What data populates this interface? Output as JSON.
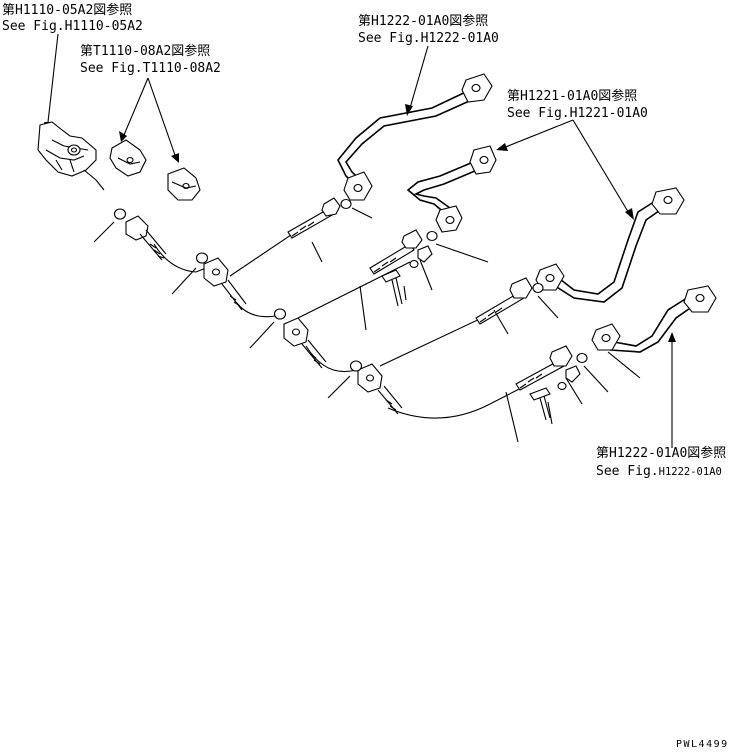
{
  "callouts": [
    {
      "jp": "第H1110-05A2図参照",
      "en": "See Fig.H1110-05A2"
    },
    {
      "jp": "第T1110-08A2図参照",
      "en": "See Fig.T1110-08A2"
    },
    {
      "jp": "第H1222-01A0図参照",
      "en": "See Fig.H1222-01A0"
    },
    {
      "jp": "第H1221-01A0図参照",
      "en": "See Fig.H1221-01A0"
    },
    {
      "jp": "第H1222-01A0図参照",
      "en_prefix": "See Fig.",
      "en_suffix": "H1222-01A0"
    }
  ],
  "drawing_number": "PWL4499"
}
